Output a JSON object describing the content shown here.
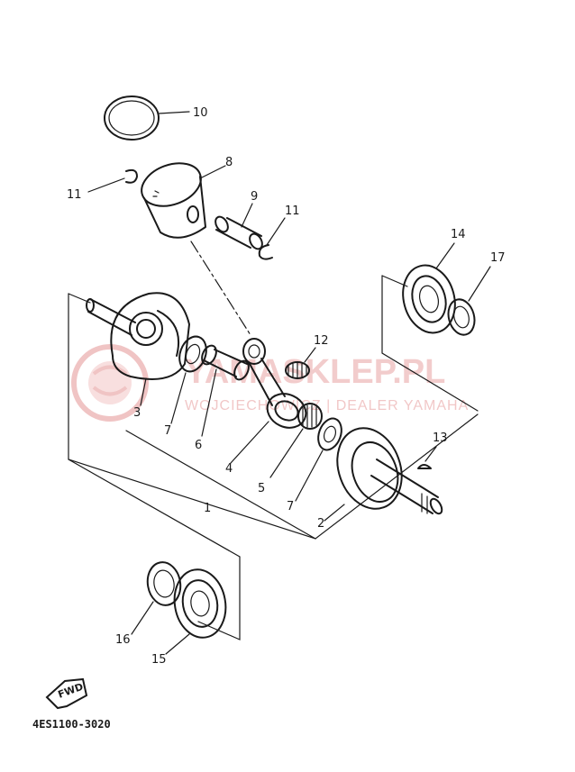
{
  "diagram_code": "4ES1100-3020",
  "fwd_label": "FWD",
  "watermark": {
    "main": "YAMASKLEP.PL",
    "sub": "WOJCIECHOWICZ | DEALER YAMAHA"
  },
  "callouts": {
    "c1": "1",
    "c2": "2",
    "c3": "3",
    "c4": "4",
    "c5": "5",
    "c6": "6",
    "c7a": "7",
    "c7b": "7",
    "c8": "8",
    "c9": "9",
    "c10": "10",
    "c11a": "11",
    "c11b": "11",
    "c12": "12",
    "c13": "13",
    "c14": "14",
    "c15": "15",
    "c16": "16",
    "c17": "17"
  }
}
